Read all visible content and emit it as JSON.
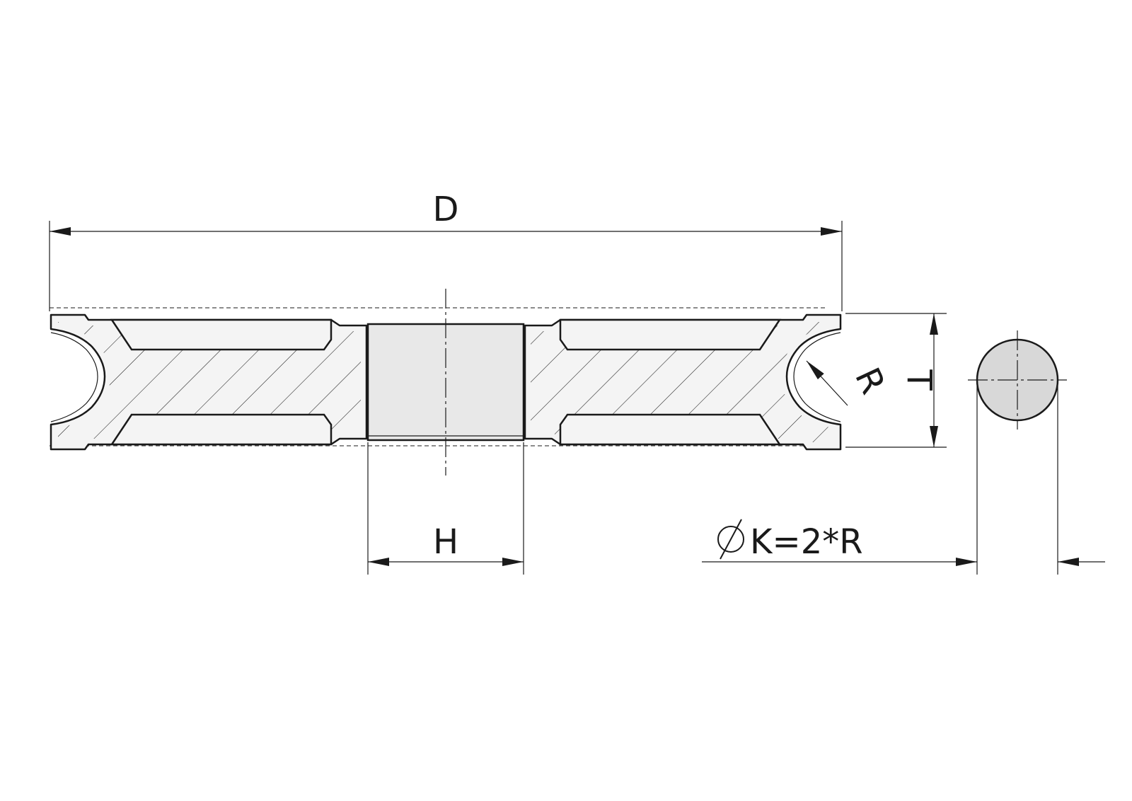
{
  "labels": {
    "diameter": "D",
    "bore": "H",
    "thickness": "T",
    "radius": "R",
    "cord_diameter": "K=2*R"
  },
  "colors": {
    "line": "#1a1a1a",
    "section_fill": "#f4f4f4",
    "bore_fill": "#e8e8e8",
    "cord_fill": "#d8d8d8"
  }
}
